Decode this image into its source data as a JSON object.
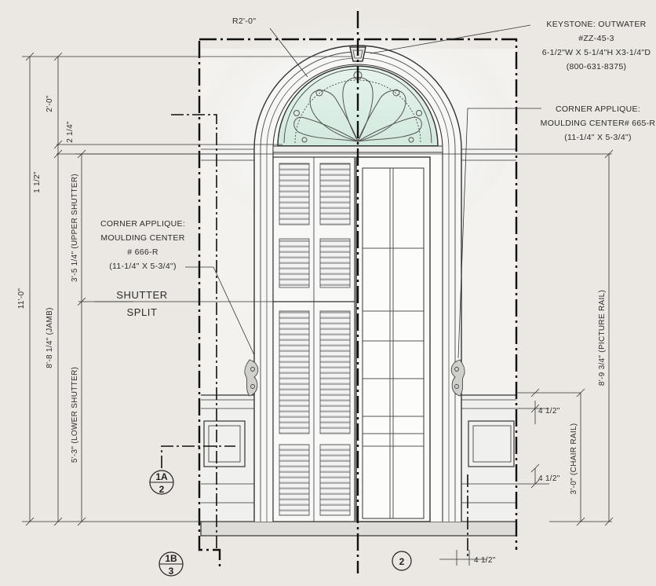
{
  "annotations": {
    "keystone": [
      "KEYSTONE: OUTWATER",
      "#ZZ-45-3",
      "6-1/2\"W X 5-1/4\"H X3-1/4\"D",
      "(800-631-8375)"
    ],
    "corner_applique_right": [
      "CORNER APPLIQUE:",
      "MOULDING CENTER# 665-R",
      "(11-1/4\" X 5-3/4\")"
    ],
    "corner_applique_left": [
      "CORNER APPLIQUE:",
      "MOULDING CENTER",
      "# 666-R",
      "(11-1/4\" X 5-3/4\")"
    ],
    "shutter_split": [
      "SHUTTER",
      "SPLIT"
    ]
  },
  "dimensions": {
    "radius": "R2'-0\"",
    "arch_height": "2'-0\"",
    "arch_gap": "2 1/4\"",
    "gap_small": "1 1/2\"",
    "overall_height": "11'-0\"",
    "upper_shutter": "3'-5 1/4\" (UPPER SHUTTER)",
    "jamb": "8'-8 1/4\" (JAMB)",
    "lower_shutter": "5'-3\" (LOWER SHUTTER)",
    "picture_rail": "8'-9 3/4\" (PICTURE RAIL)",
    "chair_rail": "3'-0\" (CHAIR RAIL)",
    "rail_top": "4 1/2\"",
    "rail_bottom": "4 1/2\"",
    "base_offset": "4 1/2\""
  },
  "section_markers": {
    "marker_1a": {
      "top": "1A",
      "bottom": "2"
    },
    "marker_1b": {
      "top": "1B",
      "bottom": "3"
    },
    "marker_2": {
      "label": "2"
    }
  }
}
